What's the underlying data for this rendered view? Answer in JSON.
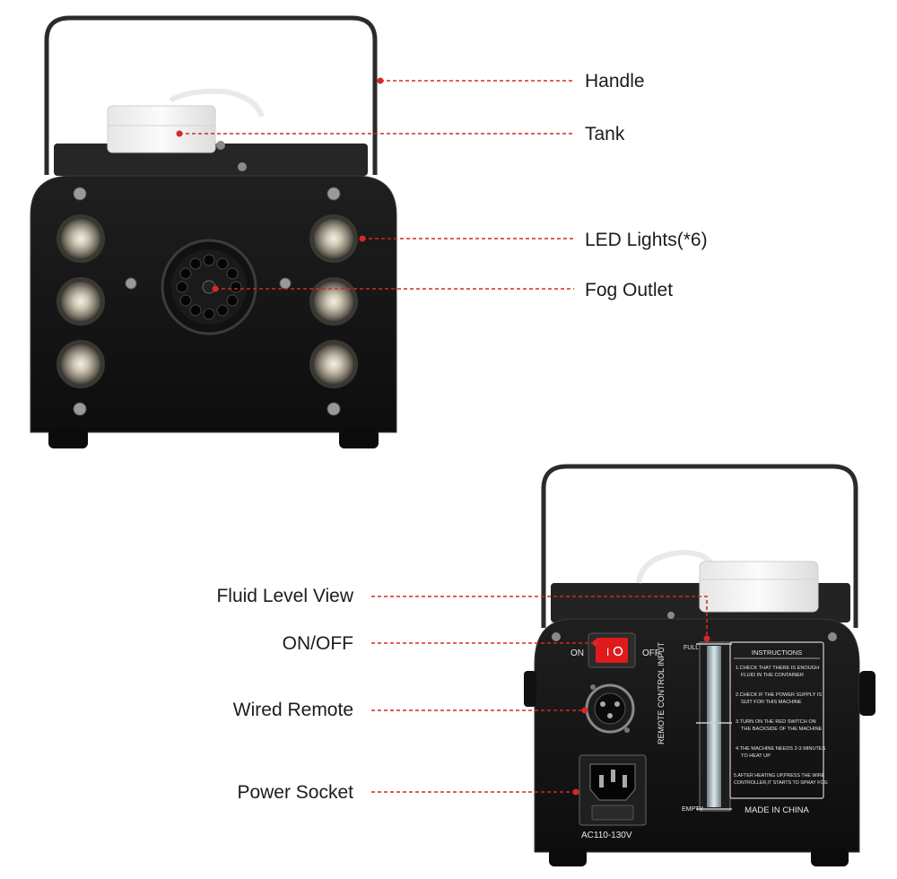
{
  "front_view": {
    "labels": {
      "handle": "Handle",
      "tank": "Tank",
      "led_lights": "LED Lights(*6)",
      "fog_outlet": "Fog Outlet"
    }
  },
  "back_view": {
    "labels": {
      "fluid_level_view": "Fluid Level View",
      "on_off": "ON/OFF",
      "wired_remote": "Wired Remote",
      "power_socket": "Power Socket"
    },
    "panel_text": {
      "switch_on": "ON",
      "switch_off": "OFF",
      "level_full": "FULL",
      "level_empty": "EMPTY",
      "remote_input": "REMOTE CONTROL INPUT",
      "voltage": "AC110-130V",
      "made_in": "MADE IN CHINA",
      "instructions_title": "INSTRUCTIONS",
      "instructions": [
        "1.CHECK THAT THERE IS ENOUGH",
        "FLUID IN THE CONTAINER",
        "2.CHECK IF THE POWER SUPPLY IS",
        "SUIT FOR THIS MACHINE",
        "3.TURN ON THE RED SWITCH ON",
        "THE BACKSIDE OF THE MACHINE",
        "4.THE MACHINE NEEDS 2-3 MINUTES",
        "TO HEAT UP",
        "5.AFTER HEATING UP,PRESS THE WIRE",
        "CONTROLLER,IT STARTS TO SPRAY FOG"
      ]
    }
  },
  "colors": {
    "leader_line": "#d62828",
    "body_dark": "#151515",
    "handle": "#2a2a2a",
    "switch_red": "#e01a1a",
    "tank_white": "#f2f2f2"
  }
}
